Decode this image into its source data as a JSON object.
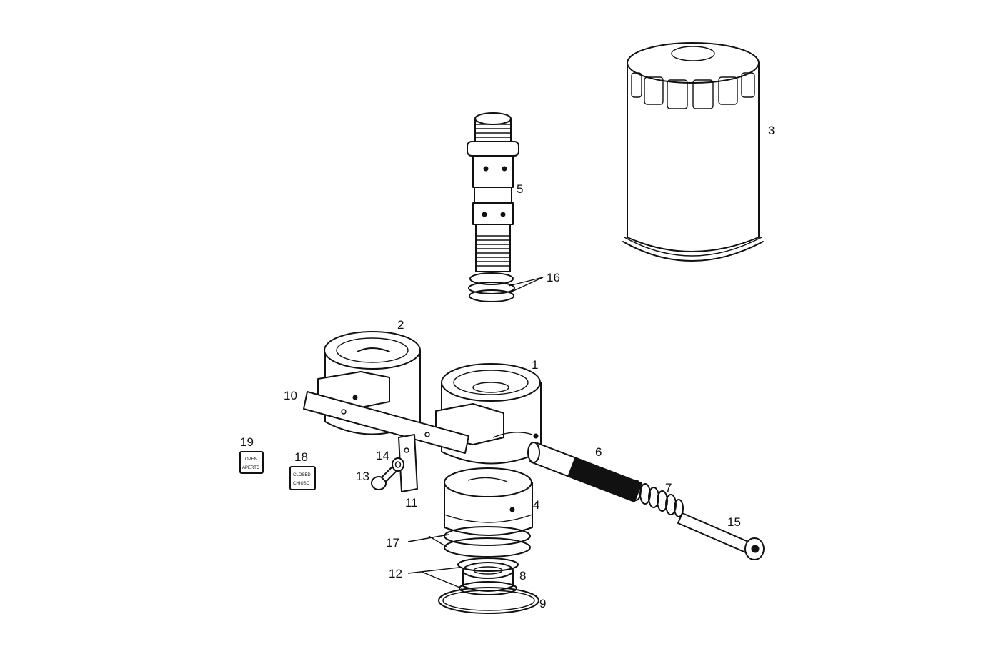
{
  "callouts": [
    {
      "id": "1",
      "text": "1"
    },
    {
      "id": "2",
      "text": "2"
    },
    {
      "id": "3",
      "text": "3"
    },
    {
      "id": "4",
      "text": "4"
    },
    {
      "id": "5",
      "text": "5"
    },
    {
      "id": "6",
      "text": "6"
    },
    {
      "id": "7",
      "text": "7"
    },
    {
      "id": "8",
      "text": "8"
    },
    {
      "id": "9",
      "text": "9"
    },
    {
      "id": "10",
      "text": "10"
    },
    {
      "id": "11",
      "text": "11"
    },
    {
      "id": "12",
      "text": "12"
    },
    {
      "id": "13",
      "text": "13"
    },
    {
      "id": "14",
      "text": "14"
    },
    {
      "id": "15",
      "text": "15"
    },
    {
      "id": "16",
      "text": "16"
    },
    {
      "id": "17",
      "text": "17"
    },
    {
      "id": "18",
      "text": "18"
    },
    {
      "id": "19",
      "text": "19"
    }
  ],
  "tags": {
    "open_top": "OPEN",
    "open_bottom": "APERTO",
    "closed_top": "CLOSED",
    "closed_bottom": "CHIUSO"
  },
  "colors": {
    "line": "#111111",
    "background": "#ffffff"
  }
}
